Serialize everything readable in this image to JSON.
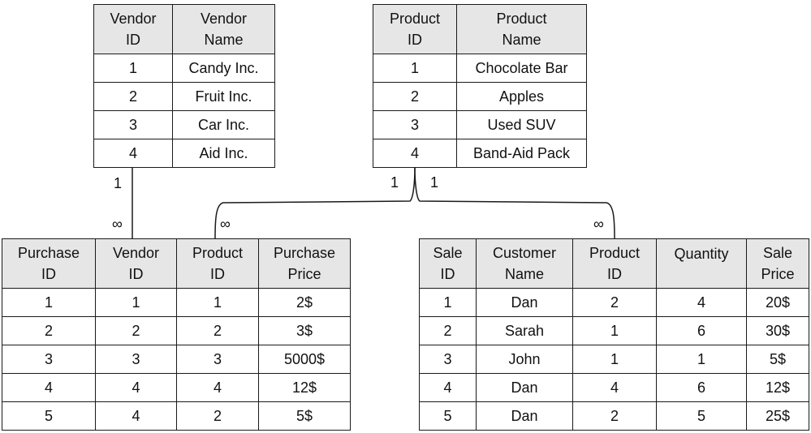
{
  "tables": {
    "vendors": {
      "headers": [
        [
          "Vendor",
          "ID"
        ],
        [
          "Vendor",
          "Name"
        ]
      ],
      "rows": [
        [
          "1",
          "Candy Inc."
        ],
        [
          "2",
          "Fruit Inc."
        ],
        [
          "3",
          "Car Inc."
        ],
        [
          "4",
          "Aid Inc."
        ]
      ]
    },
    "products": {
      "headers": [
        [
          "Product",
          "ID"
        ],
        [
          "Product",
          "Name"
        ]
      ],
      "rows": [
        [
          "1",
          "Chocolate Bar"
        ],
        [
          "2",
          "Apples"
        ],
        [
          "3",
          "Used SUV"
        ],
        [
          "4",
          "Band-Aid Pack"
        ]
      ]
    },
    "purchases": {
      "headers": [
        [
          "Purchase",
          "ID"
        ],
        [
          "Vendor",
          "ID"
        ],
        [
          "Product",
          "ID"
        ],
        [
          "Purchase",
          "Price"
        ]
      ],
      "rows": [
        [
          "1",
          "1",
          "1",
          "2$"
        ],
        [
          "2",
          "2",
          "2",
          "3$"
        ],
        [
          "3",
          "3",
          "3",
          "5000$"
        ],
        [
          "4",
          "4",
          "4",
          "12$"
        ],
        [
          "5",
          "4",
          "2",
          "5$"
        ]
      ]
    },
    "sales": {
      "headers": [
        [
          "Sale",
          "ID"
        ],
        [
          "Customer",
          "Name"
        ],
        [
          "Product",
          "ID"
        ],
        [
          "Quantity",
          ""
        ],
        [
          "Sale",
          "Price"
        ]
      ],
      "rows": [
        [
          "1",
          "Dan",
          "2",
          "4",
          "20$"
        ],
        [
          "2",
          "Sarah",
          "1",
          "6",
          "30$"
        ],
        [
          "3",
          "John",
          "1",
          "1",
          "5$"
        ],
        [
          "4",
          "Dan",
          "4",
          "6",
          "12$"
        ],
        [
          "5",
          "Dan",
          "2",
          "5",
          "25$"
        ]
      ]
    }
  },
  "relationships": {
    "vendor_one": "1",
    "vendor_many": "∞",
    "product_one_left": "1",
    "product_one_right": "1",
    "purchase_many": "∞",
    "sale_many": "∞"
  }
}
